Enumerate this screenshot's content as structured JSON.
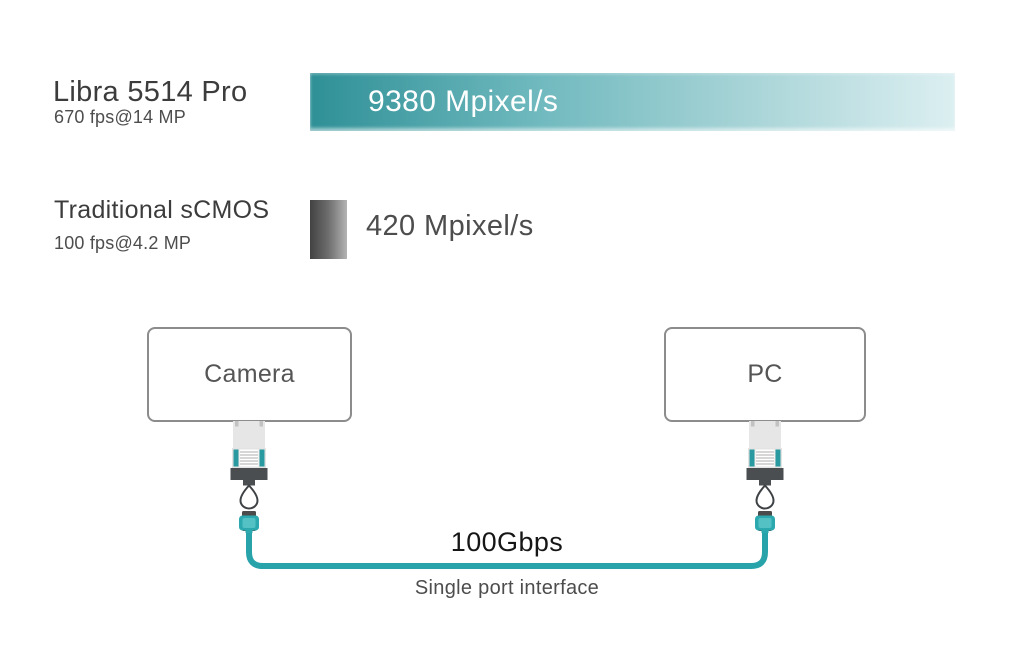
{
  "chart_data": {
    "type": "bar",
    "orientation": "horizontal",
    "categories": [
      "Libra 5514 Pro",
      "Traditional sCMOS"
    ],
    "values": [
      9380,
      420
    ],
    "unit": "Mpixel/s",
    "category_subtitles": [
      "670 fps@14 MP",
      "100 fps@4.2 MP"
    ],
    "value_labels": [
      "9380 Mpixel/s",
      "420 Mpixel/s"
    ],
    "title": "",
    "xlabel": "",
    "ylabel": "",
    "grid": false,
    "legend": false
  },
  "comparison": {
    "rows": [
      {
        "title": "Libra 5514 Pro",
        "subtitle": "670 fps@14 MP",
        "value": "9380 Mpixel/s"
      },
      {
        "title": "Traditional sCMOS",
        "subtitle": "100 fps@4.2 MP",
        "value": "420 Mpixel/s"
      }
    ]
  },
  "diagram": {
    "camera_box_label": "Camera",
    "pc_box_label": "PC",
    "link_speed_label": "100Gbps",
    "link_caption": "Single port interface"
  },
  "colors": {
    "teal_bar_start": "#2E9096",
    "teal_bar_end": "#DCEFF1",
    "gray_bar_start": "#424242",
    "gray_bar_end": "#B3B3B3",
    "cable_teal": "#28A3A9",
    "connector_teal": "#2A9AA1",
    "box_border": "#8C8C8C"
  }
}
